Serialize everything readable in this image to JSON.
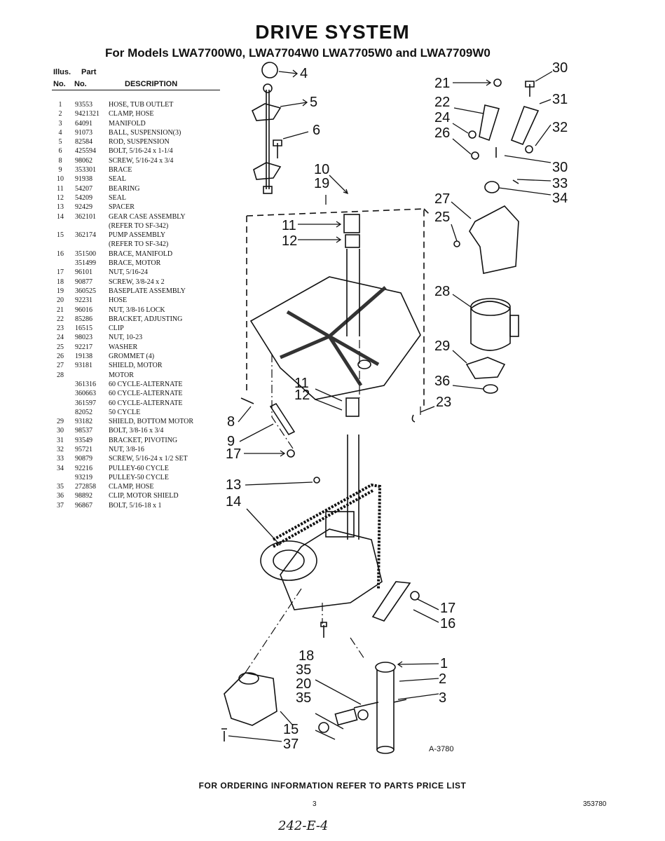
{
  "page": {
    "title": "DRIVE SYSTEM",
    "subtitle": "For Models LWA7700W0, LWA7704W0 LWA7705W0 and LWA7709W0",
    "table_header": {
      "illus_top": "Illus.",
      "illus_bottom": "No.",
      "part_top": "Part",
      "part_bottom": "No.",
      "description": "DESCRIPTION"
    },
    "parts": [
      {
        "illus": "1",
        "part": "93553",
        "desc": "HOSE, TUB OUTLET"
      },
      {
        "illus": "2",
        "part": "9421321",
        "desc": "CLAMP, HOSE"
      },
      {
        "illus": "3",
        "part": "64091",
        "desc": "MANIFOLD"
      },
      {
        "illus": "4",
        "part": "91073",
        "desc": "BALL, SUSPENSION(3)"
      },
      {
        "illus": "5",
        "part": "82584",
        "desc": "ROD, SUSPENSION"
      },
      {
        "illus": "6",
        "part": "425594",
        "desc": "BOLT, 5/16-24 x 1-1/4"
      },
      {
        "illus": "8",
        "part": "98062",
        "desc": "SCREW, 5/16-24 x 3/4"
      },
      {
        "illus": "9",
        "part": "353301",
        "desc": "BRACE"
      },
      {
        "illus": "10",
        "part": "91938",
        "desc": "SEAL"
      },
      {
        "illus": "11",
        "part": "54207",
        "desc": "BEARING"
      },
      {
        "illus": "12",
        "part": "54209",
        "desc": "SEAL"
      },
      {
        "illus": "13",
        "part": "92429",
        "desc": "SPACER"
      },
      {
        "illus": "14",
        "part": "362101",
        "desc": "GEAR CASE ASSEMBLY"
      },
      {
        "illus": "",
        "part": "",
        "desc": "(REFER TO SF-342)"
      },
      {
        "illus": "15",
        "part": "362174",
        "desc": "PUMP ASSEMBLY"
      },
      {
        "illus": "",
        "part": "",
        "desc": "(REFER TO SF-342)"
      },
      {
        "illus": "16",
        "part": "351500",
        "desc": "BRACE, MANIFOLD"
      },
      {
        "illus": "",
        "part": "351499",
        "desc": "BRACE, MOTOR"
      },
      {
        "illus": "17",
        "part": "96101",
        "desc": "NUT, 5/16-24"
      },
      {
        "illus": "18",
        "part": "90877",
        "desc": "SCREW, 3/8-24 x 2"
      },
      {
        "illus": "19",
        "part": "360525",
        "desc": "BASEPLATE ASSEMBLY"
      },
      {
        "illus": "20",
        "part": "92231",
        "desc": "HOSE"
      },
      {
        "illus": "21",
        "part": "96016",
        "desc": "NUT, 3/8-16 LOCK"
      },
      {
        "illus": "22",
        "part": "85286",
        "desc": "BRACKET, ADJUSTING"
      },
      {
        "illus": "23",
        "part": "16515",
        "desc": "CLIP"
      },
      {
        "illus": "24",
        "part": "98023",
        "desc": "NUT, 10-23"
      },
      {
        "illus": "25",
        "part": "92217",
        "desc": "WASHER"
      },
      {
        "illus": "26",
        "part": "19138",
        "desc": "GROMMET (4)"
      },
      {
        "illus": "27",
        "part": "93181",
        "desc": "SHIELD, MOTOR"
      },
      {
        "illus": "28",
        "part": "",
        "desc": "MOTOR"
      },
      {
        "illus": "",
        "part": "361316",
        "desc": "60 CYCLE-ALTERNATE"
      },
      {
        "illus": "",
        "part": "360663",
        "desc": "60 CYCLE-ALTERNATE"
      },
      {
        "illus": "",
        "part": "361597",
        "desc": "60 CYCLE-ALTERNATE"
      },
      {
        "illus": "",
        "part": "82052",
        "desc": "50 CYCLE"
      },
      {
        "illus": "29",
        "part": "93182",
        "desc": "SHIELD, BOTTOM MOTOR"
      },
      {
        "illus": "30",
        "part": "98537",
        "desc": "BOLT, 3/8-16 x 3/4"
      },
      {
        "illus": "31",
        "part": "93549",
        "desc": "BRACKET, PIVOTING"
      },
      {
        "illus": "32",
        "part": "95721",
        "desc": "NUT, 3/8-16"
      },
      {
        "illus": "33",
        "part": "90879",
        "desc": "SCREW, 5/16-24 x 1/2 SET"
      },
      {
        "illus": "34",
        "part": "92216",
        "desc": "PULLEY-60 CYCLE"
      },
      {
        "illus": "",
        "part": "93219",
        "desc": "PULLEY-50 CYCLE"
      },
      {
        "illus": "35",
        "part": "272858",
        "desc": "CLAMP, HOSE"
      },
      {
        "illus": "36",
        "part": "98892",
        "desc": "CLIP, MOTOR SHIELD"
      },
      {
        "illus": "37",
        "part": "96867",
        "desc": "BOLT, 5/16-18 x 1"
      }
    ],
    "callouts": {
      "c4": "4",
      "c5": "5",
      "c6": "6",
      "c10": "10",
      "c19": "19",
      "c11a": "11",
      "c12a": "12",
      "c11b": "11",
      "c12b": "12",
      "c8": "8",
      "c9": "9",
      "c17a": "17",
      "c13": "13",
      "c14": "14",
      "c18": "18",
      "c35a": "35",
      "c20": "20",
      "c35b": "35",
      "c15": "15",
      "c37": "37",
      "c1": "1",
      "c2": "2",
      "c3": "3",
      "c17b": "17",
      "c16": "16",
      "c21": "21",
      "c22": "22",
      "c24": "24",
      "c26": "26",
      "c30a": "30",
      "c31": "31",
      "c32": "32",
      "c30b": "30",
      "c33": "33",
      "c34": "34",
      "c27": "27",
      "c25": "25",
      "c28": "28",
      "c29": "29",
      "c36": "36",
      "c23": "23"
    },
    "figure_id": "A-3780",
    "footer": "FOR ORDERING INFORMATION REFER TO PARTS PRICE LIST",
    "page_number": "3",
    "doc_number": "353780",
    "handwritten_note": "242-E-4"
  }
}
